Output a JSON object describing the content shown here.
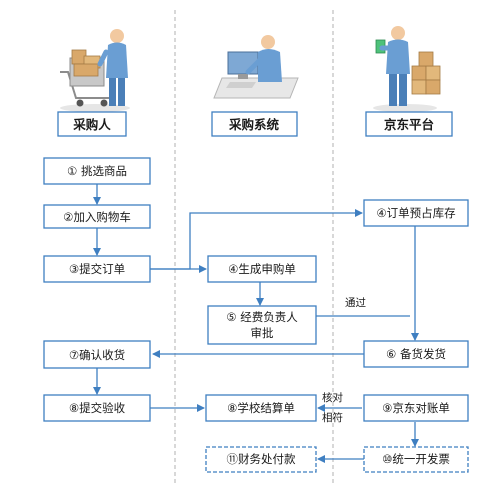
{
  "lanes": [
    {
      "id": "buyer",
      "label": "采购人",
      "icon": "shopper-with-cart-icon"
    },
    {
      "id": "system",
      "label": "采购系统",
      "icon": "computer-operator-icon"
    },
    {
      "id": "jd",
      "label": "京东平台",
      "icon": "warehouse-worker-icon"
    }
  ],
  "steps": {
    "s1": "① 挑选商品",
    "s2": "②加入购物车",
    "s3": "③提交订单",
    "s4a": "④生成申购单",
    "s4b": "④订单预占库存",
    "s5_line1": "⑤ 经费负责人",
    "s5_line2": "审批",
    "s6": "⑥ 备货发货",
    "s7": "⑦确认收货",
    "s8": "⑧提交验收",
    "s8b": "⑧学校结算单",
    "s9": "⑨京东对账单",
    "s10": "⑩统一开发票",
    "s11": "⑪财务处付款"
  },
  "edge_labels": {
    "approved": "通过",
    "reconcile_line1": "核对",
    "reconcile_line2": "相符"
  },
  "colors": {
    "box_stroke": "#3f7fc1",
    "box_fill": "#ffffff",
    "header_fill": "#ffffff",
    "header_stroke": "#3f7fc1",
    "arrow": "#3f7fc1",
    "lane_divider": "#b0b0b0",
    "icon_blue": "#6a9ed3",
    "icon_skin": "#f2c9a0",
    "icon_box": "#d9a86a"
  }
}
